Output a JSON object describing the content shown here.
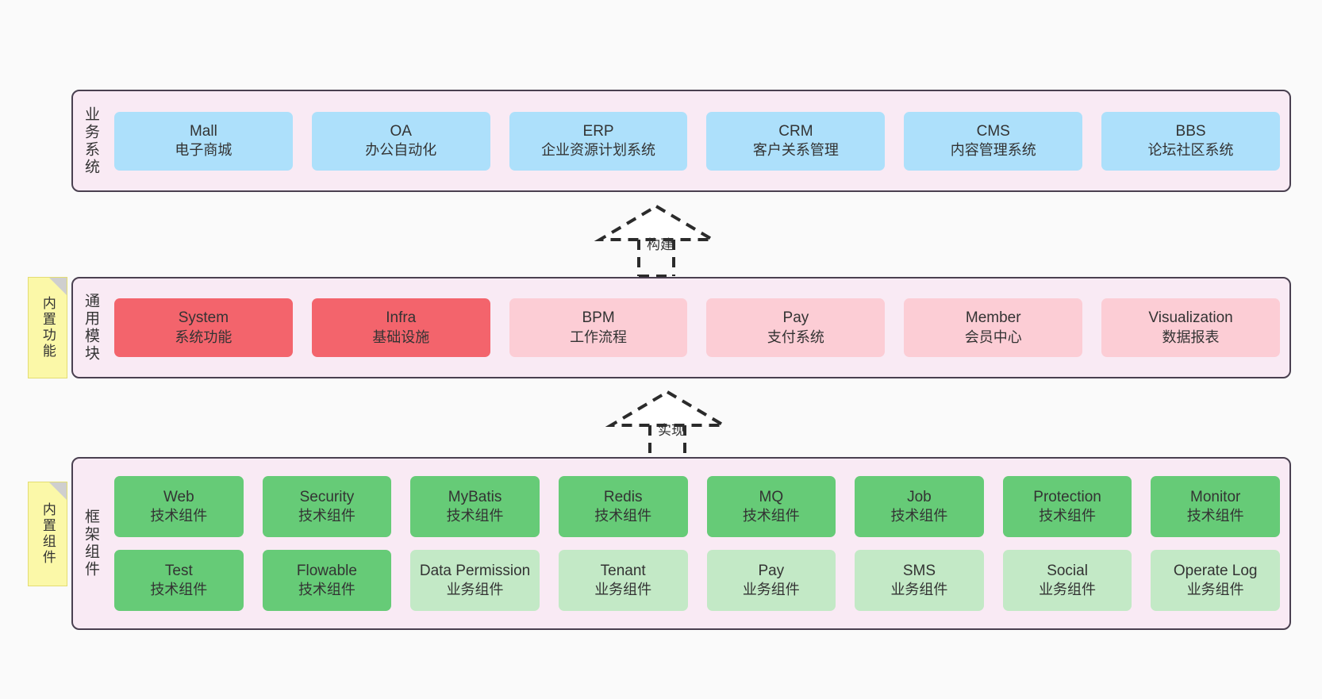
{
  "diagram": {
    "background_color": "#fafafa",
    "panel_color": "#f9eaf4",
    "panel_border_color": "#4a4050",
    "note_color": "#fbf8a8"
  },
  "layers": [
    {
      "id": "business",
      "title": "业务系统",
      "rows": [
        {
          "cards": [
            {
              "en": "Mall",
              "cn": "电子商城",
              "color": "#ade0fb",
              "style": "c-blue"
            },
            {
              "en": "OA",
              "cn": "办公自动化",
              "color": "#ade0fb",
              "style": "c-blue"
            },
            {
              "en": "ERP",
              "cn": "企业资源计划系统",
              "color": "#ade0fb",
              "style": "c-blue"
            },
            {
              "en": "CRM",
              "cn": "客户关系管理",
              "color": "#ade0fb",
              "style": "c-blue"
            },
            {
              "en": "CMS",
              "cn": "内容管理系统",
              "color": "#ade0fb",
              "style": "c-blue"
            },
            {
              "en": "BBS",
              "cn": "论坛社区系统",
              "color": "#ade0fb",
              "style": "c-blue"
            }
          ]
        }
      ]
    },
    {
      "id": "common",
      "title": "通用模块",
      "note": "内置功能",
      "rows": [
        {
          "cards": [
            {
              "en": "System",
              "cn": "系统功能",
              "color": "#f3646c",
              "style": "c-red"
            },
            {
              "en": "Infra",
              "cn": "基础设施",
              "color": "#f3646c",
              "style": "c-red"
            },
            {
              "en": "BPM",
              "cn": "工作流程",
              "color": "#fccdd5",
              "style": "c-pink"
            },
            {
              "en": "Pay",
              "cn": "支付系统",
              "color": "#fccdd5",
              "style": "c-pink"
            },
            {
              "en": "Member",
              "cn": "会员中心",
              "color": "#fccdd5",
              "style": "c-pink"
            },
            {
              "en": "Visualization",
              "cn": "数据报表",
              "color": "#fccdd5",
              "style": "c-pink"
            }
          ]
        }
      ]
    },
    {
      "id": "frame",
      "title": "框架组件",
      "note": "内置组件",
      "rows": [
        {
          "cards": [
            {
              "en": "Web",
              "cn": "技术组件",
              "color": "#66cb77",
              "style": "c-green"
            },
            {
              "en": "Security",
              "cn": "技术组件",
              "color": "#66cb77",
              "style": "c-green"
            },
            {
              "en": "MyBatis",
              "cn": "技术组件",
              "color": "#66cb77",
              "style": "c-green"
            },
            {
              "en": "Redis",
              "cn": "技术组件",
              "color": "#66cb77",
              "style": "c-green"
            },
            {
              "en": "MQ",
              "cn": "技术组件",
              "color": "#66cb77",
              "style": "c-green"
            },
            {
              "en": "Job",
              "cn": "技术组件",
              "color": "#66cb77",
              "style": "c-green"
            },
            {
              "en": "Protection",
              "cn": "技术组件",
              "color": "#66cb77",
              "style": "c-green"
            },
            {
              "en": "Monitor",
              "cn": "技术组件",
              "color": "#66cb77",
              "style": "c-green"
            }
          ]
        },
        {
          "cards": [
            {
              "en": "Test",
              "cn": "技术组件",
              "color": "#66cb77",
              "style": "c-green"
            },
            {
              "en": "Flowable",
              "cn": "技术组件",
              "color": "#66cb77",
              "style": "c-green"
            },
            {
              "en": "Data Permission",
              "cn": "业务组件",
              "color": "#c3e9c6",
              "style": "c-lightgreen",
              "wrap": true
            },
            {
              "en": "Tenant",
              "cn": "业务组件",
              "color": "#c3e9c6",
              "style": "c-lightgreen"
            },
            {
              "en": "Pay",
              "cn": "业务组件",
              "color": "#c3e9c6",
              "style": "c-lightgreen"
            },
            {
              "en": "SMS",
              "cn": "业务组件",
              "color": "#c3e9c6",
              "style": "c-lightgreen"
            },
            {
              "en": "Social",
              "cn": "业务组件",
              "color": "#c3e9c6",
              "style": "c-lightgreen"
            },
            {
              "en": "Operate Log",
              "cn": "业务组件",
              "color": "#c3e9c6",
              "style": "c-lightgreen"
            }
          ]
        }
      ]
    }
  ],
  "arrows": [
    {
      "id": "build",
      "label": "构建",
      "from": "common",
      "to": "business"
    },
    {
      "id": "impl",
      "label": "实现",
      "from": "frame",
      "to": "common"
    }
  ]
}
